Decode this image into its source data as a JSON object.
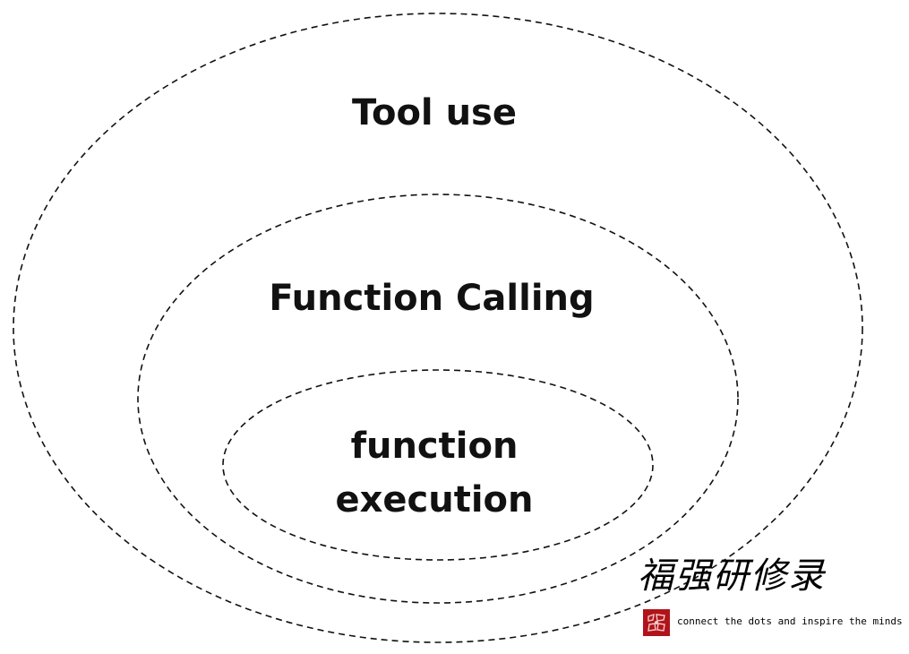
{
  "diagram": {
    "outer_label": "Tool use",
    "middle_label": "Function Calling",
    "inner_label_lines": [
      "function",
      "execution"
    ]
  },
  "watermark": {
    "title": "福强研修录",
    "motto": "connect the dots and inspire the minds",
    "seal_color": "#b0141a"
  }
}
